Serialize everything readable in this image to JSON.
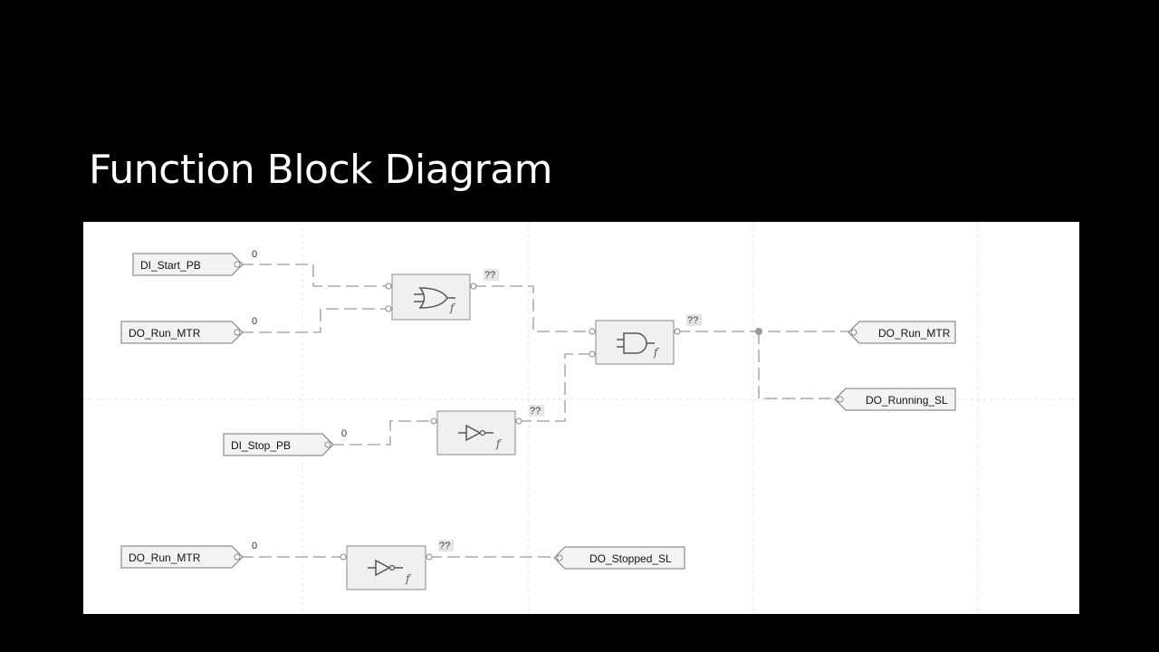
{
  "slide": {
    "title": "Function Block Diagram"
  },
  "diagram": {
    "input_refs": [
      {
        "tag": "DI_Start_PB",
        "value": "0"
      },
      {
        "tag": "DO_Run_MTR",
        "value": "0"
      },
      {
        "tag": "DI_Stop_PB",
        "value": "0"
      },
      {
        "tag": "DO_Run_MTR",
        "value": "0"
      }
    ],
    "output_refs": [
      {
        "tag": "DO_Run_MTR"
      },
      {
        "tag": "DO_Running_SL"
      },
      {
        "tag": "DO_Stopped_SL"
      }
    ],
    "blocks": [
      {
        "type": "OR",
        "icon": "or-gate-icon",
        "output_value": "??",
        "footer": "f"
      },
      {
        "type": "AND",
        "icon": "and-gate-icon",
        "output_value": "??",
        "footer": "f"
      },
      {
        "type": "NOT",
        "icon": "not-gate-icon",
        "output_value": "??",
        "footer": "f"
      },
      {
        "type": "NOT",
        "icon": "not-gate-icon",
        "output_value": "??",
        "footer": "f"
      }
    ]
  }
}
